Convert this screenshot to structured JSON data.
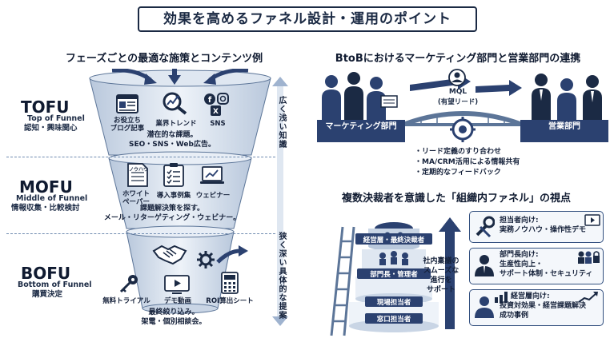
{
  "title": "効果を高めるファネル設計・運用のポイント",
  "left": {
    "heading": "フェーズごとの最適な施策とコンテンツ例",
    "stages": [
      {
        "name": "TOFU",
        "sub1": "Top of Funnel",
        "sub2": "認知・興味関心",
        "items": [
          "お役立ち\nブログ記事",
          "業界トレンド",
          "SNS"
        ],
        "item_label_1a": "お役立ち",
        "item_label_1b": "ブログ記事",
        "item_label_2": "業界トレンド",
        "item_label_3": "SNS",
        "desc1": "潜在的な課題。",
        "desc2": "SEO・SNS・Web広告。"
      },
      {
        "name": "MOFU",
        "sub1": "Middle of Funnel",
        "sub2": "情報収集・比較検討",
        "item_label_1a": "ホワイト",
        "item_label_1b": "ペーパー",
        "item_label_2": "導入事例集",
        "item_label_3": "ウェビナー",
        "doc_caption": "ノウハウ",
        "desc1": "課題解決策を探す。",
        "desc2": "メール・リターゲティング・ウェビナー。"
      },
      {
        "name": "BOFU",
        "sub1": "Bottom of Funnel",
        "sub2": "購買決定",
        "item_label_1": "無料トライアル",
        "item_label_2": "デモ動画",
        "item_label_3": "ROI算出シート",
        "desc1": "最終絞り込み。",
        "desc2": "架電・個別相談会。"
      }
    ],
    "axis_top": "広く浅い知識",
    "axis_bottom": "狭く深い具体的な提案"
  },
  "right_top": {
    "heading": "BtoBにおけるマーケティング部門と営業部門の連携",
    "mql_label": "MQL",
    "mql_sub": "(有望リード)",
    "marketing_label": "マーケティング部門",
    "sales_label": "営業部門",
    "bullets": [
      "・リード定義のすり合わせ",
      "・MA/CRM活用による情報共有",
      "・定期的なフィードバック"
    ]
  },
  "right_bottom": {
    "heading": "複数決裁者を意識した「組織内ファネル」の視点",
    "tiers": [
      "経営層・最終決裁者",
      "部門長・管理者",
      "現場担当者",
      "窓口担当者"
    ],
    "arrow_text": [
      "社内稟議の",
      "スムーズな",
      "進行を",
      "サポート"
    ],
    "cards": [
      {
        "line1": "担当者向け:",
        "line2": "実務ノウハウ・操作性デモ"
      },
      {
        "line1": "部門長向け:",
        "line2": "生産性向上・",
        "line3": "サポート体制・セキュリティ"
      },
      {
        "line1": "経営層向け:",
        "line2": "投資対効果・経営課題解決",
        "line3": "成功事例"
      }
    ]
  },
  "colors": {
    "navy": "#1b2a44",
    "accent": "#2b4170",
    "light": "#dfe7f1",
    "mid": "#9fb3cf"
  }
}
